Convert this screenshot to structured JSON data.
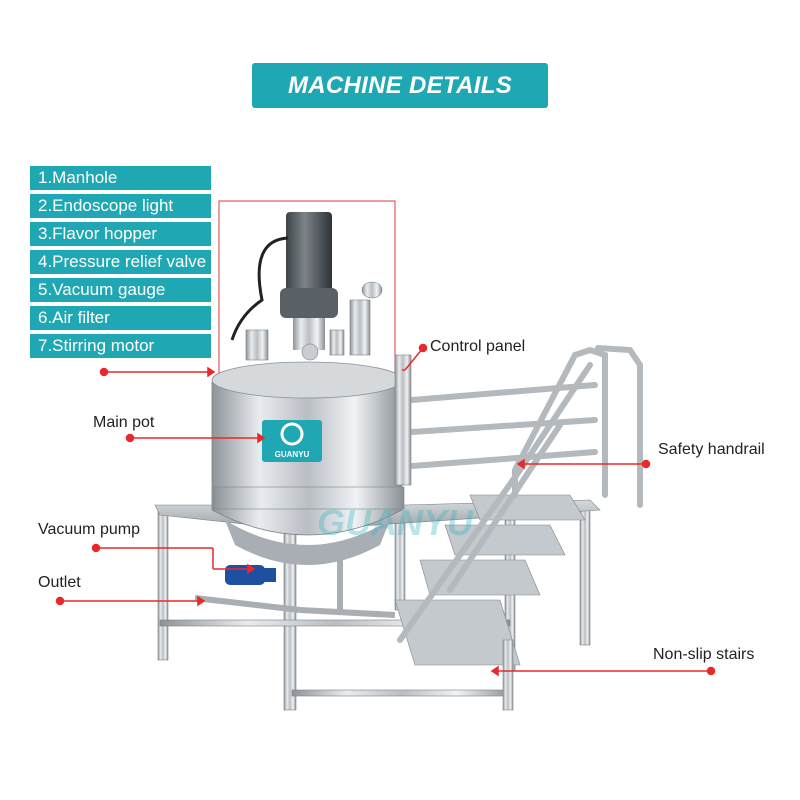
{
  "header": {
    "title": "MACHINE DETAILS"
  },
  "parts": [
    "1.Manhole",
    "2.Endoscope light",
    "3.Flavor hopper",
    "4.Pressure relief valve",
    "5.Vacuum gauge",
    "6.Air filter",
    "7.Stirring motor"
  ],
  "callouts": {
    "control_panel": "Control panel",
    "main_pot": "Main pot",
    "safety_handrail": "Safety handrail",
    "vacuum_pump": "Vacuum pump",
    "outlet": "Outlet",
    "non_slip_stairs": "Non-slip stairs"
  },
  "brand": {
    "logo_text": "GUANYU",
    "watermark": "GUANYU"
  },
  "colors": {
    "accent": "#1fa8b3",
    "callout_line": "#e8282b"
  }
}
